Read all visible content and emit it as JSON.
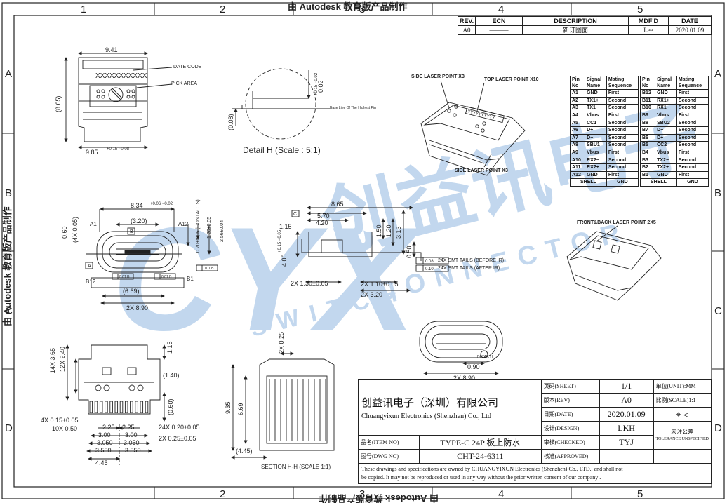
{
  "frame": {
    "top_cols": [
      "1",
      "2",
      "3",
      "4",
      "5"
    ],
    "bottom_cols": [
      "2",
      "3",
      "4",
      "5"
    ],
    "rows_left": [
      "A",
      "B",
      "C",
      "D"
    ],
    "rows_right": [
      "A",
      "B",
      "C",
      "D"
    ],
    "top_banner": "由 Autodesk 教育版产品制作",
    "bottom_banner": "由 Autodesk 教育版产品制作",
    "left_banner": "由 Autodesk 教育版产品制作"
  },
  "revision_table": {
    "headers": [
      "REV.",
      "ECN",
      "DESCRIPTION",
      "MDF'D",
      "DATE"
    ],
    "row": [
      "A0",
      "———",
      "新订图面",
      "Lee",
      "2020.01.09"
    ]
  },
  "pin_table_left": {
    "headers": [
      [
        "Pin",
        "No"
      ],
      [
        "Signal",
        "Name"
      ],
      [
        "Mating",
        "Sequence"
      ]
    ],
    "rows": [
      [
        "A1",
        "GND",
        "First"
      ],
      [
        "A2",
        "TX1+",
        "Second"
      ],
      [
        "A3",
        "TX1−",
        "Second"
      ],
      [
        "A4",
        "Vbus",
        "First"
      ],
      [
        "A5",
        "CC1",
        "Second"
      ],
      [
        "A6",
        "D+",
        "Second"
      ],
      [
        "A7",
        "D−",
        "Second"
      ],
      [
        "A8",
        "SBU1",
        "Second"
      ],
      [
        "A9",
        "Vbus",
        "First"
      ],
      [
        "A10",
        "RX2−",
        "Second"
      ],
      [
        "A11",
        "RX2+",
        "Second"
      ],
      [
        "A12",
        "GND",
        "First"
      ]
    ],
    "footer": [
      "SHELL",
      "GND"
    ]
  },
  "pin_table_right": {
    "headers": [
      [
        "Pin",
        "No"
      ],
      [
        "Signal",
        "Name"
      ],
      [
        "Mating",
        "Sequence"
      ]
    ],
    "rows": [
      [
        "B12",
        "GND",
        "First"
      ],
      [
        "B11",
        "RX1+",
        "Second"
      ],
      [
        "B10",
        "RX1−",
        "Second"
      ],
      [
        "B9",
        "Vbus",
        "First"
      ],
      [
        "B8",
        "SBU2",
        "Second"
      ],
      [
        "B7",
        "D−",
        "Second"
      ],
      [
        "B6",
        "D+",
        "Second"
      ],
      [
        "B5",
        "CC2",
        "Second"
      ],
      [
        "B4",
        "Vbus",
        "First"
      ],
      [
        "B3",
        "TX2−",
        "Second"
      ],
      [
        "B2",
        "TX2+",
        "Second"
      ],
      [
        "B1",
        "GND",
        "First"
      ]
    ],
    "footer": [
      "SHELL",
      "GND"
    ]
  },
  "views": {
    "top_view": {
      "width_dim": "9.41",
      "height_dim": "(8.65)",
      "bottom_dim": "9.85",
      "bottom_tol": "+0.15 −0.08",
      "date_code": "DATE CODE",
      "pick_area": "PICK AREA",
      "marking": "XXXXXXXXXXX"
    },
    "detail_h": {
      "title": "Detail H (Scale : 5:1)",
      "dim_left": "(0.08)",
      "dim_right": "0.02",
      "tol_right": "+0.15 −0.02",
      "note": "Base Line Of The Highest Pin"
    },
    "iso_top": {
      "side_laser_top": "SIDE LASER POINT X3",
      "top_laser": "TOP LASER POINT X10",
      "side_laser_bottom": "SIDE LASER POINT X3",
      "marking": "YYYYYYYYYY"
    },
    "front_view": {
      "d_834": "8.34",
      "d_834_tol": "+0.06 −0.02",
      "d_320": "(3.20)",
      "d_4x005": "(4X 0.05)",
      "d_060": "0.60",
      "d_070": "0.70±0.05 (CONTACTS)",
      "d_120": "1.20±0.05",
      "d_256": "2.56±0.04",
      "d_669": "(6.69)",
      "d_890": "2X 8.90",
      "a1": "A1",
      "a12": "A12",
      "b12": "B12",
      "b1": "B1",
      "b_box": "B",
      "a_box": "A",
      "c_box": "C",
      "fcf1": "0.01 B",
      "fcf2": "0.01 B",
      "fcf3": "0.01 B"
    },
    "side_view": {
      "d_865": "8.65",
      "d_570": "5.70",
      "d_420": "4.20",
      "d_115": "1.15",
      "d_150": "1.50",
      "d_120": "1.20",
      "d_313": "3.13",
      "d_050": "0.50",
      "d_406": "4.06",
      "d_406_tol": "+0.15 −0.05",
      "d_130": "2X 1.30±0.05",
      "d_110": "2X 1.10±0.05",
      "d_320": "2X 3.20",
      "tails1_val": "0.08",
      "tails1": "24X SMT TAILS (BEFORE IR)",
      "tails2_val": "0.10",
      "tails2": "24X SMT TAILS (AFTER IR)"
    },
    "iso_bottom": {
      "label": "FRONT&BACK LASER POINT 2X5"
    },
    "front_small": {
      "detail": "DETAIL H",
      "d_090": "0.90",
      "d_890": "2X 8.90"
    },
    "footprint": {
      "d_365": "14X 3.65",
      "d_240": "12X 2.40",
      "d_115": "1.15",
      "d_140": "(1.40)",
      "d_060": "(0.60)",
      "d_4x015": "4X 0.15±0.05",
      "d_10x050": "10X 0.50",
      "d_225a": "2.25",
      "d_225b": "2.25",
      "d_300a": "3.00",
      "d_300b": "3.00",
      "d_3050a": "3.050",
      "d_3050b": "3.050",
      "d_3550a": "3.550",
      "d_3550b": "3.550",
      "d_445": "4.45",
      "d_24x020": "24X 0.20±0.05",
      "d_2x025": "2X 0.25±0.05"
    },
    "section_hh": {
      "title": "SECTION H-H (SCALE 1:1)",
      "d_025": "2X 0.25",
      "d_935": "9.35",
      "d_669": "6.69",
      "d_445": "(4.45)"
    }
  },
  "watermark": {
    "logo": "CYX",
    "cn": "创益讯电子",
    "en1": "CONNECTOR",
    "en2": "SWITCH"
  },
  "title_block": {
    "company_cn": "创益讯电子（深圳）有限公司",
    "company_en": "Chuangyixun Electronics (Shenzhen) Co., Ltd",
    "page_label": "页码(SHEET)",
    "page_value": "1/1",
    "unit_label": "单位(UNIT):MM",
    "rev_label": "版本(REV)",
    "rev_value": "A0",
    "scale_label": "比例(SCALE)1:1",
    "date_label": "日期(DATE)",
    "date_value": "2020.01.09",
    "design_label": "设计(DESIGN)",
    "design_value": "LKH",
    "tol_cn": "未注公差",
    "tol_en": "TOLERANCE UNSPECIFIED",
    "checked_label": "审核(CHECKED)",
    "checked_value": "TYJ",
    "approved_label": "核准(APPROVED)",
    "item_label": "品名(ITEM NO)",
    "item_value": "TYPE-C 24P 板上防水",
    "dwg_label": "图号(DWG NO)",
    "dwg_value": "CHT-24-6311",
    "notice1": "These drawings and specifications are owned by CHUANGYIXUN Electronics (Shenzhen) Co., LTD., and shall not",
    "notice2": "be copied. It may not be reproduced or used in any way without the prior written consent of our company ."
  }
}
